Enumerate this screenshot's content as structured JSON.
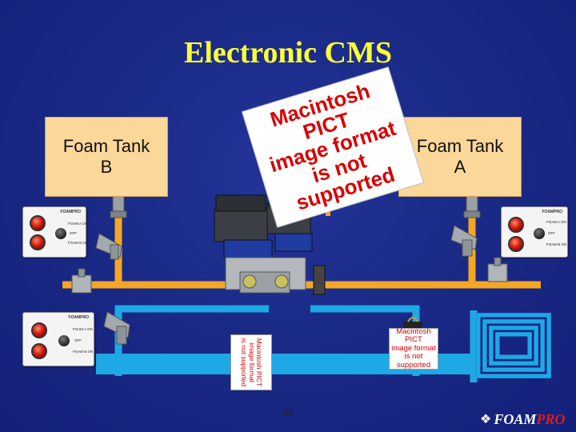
{
  "slide": {
    "title": "Electronic CMS",
    "page_number": "23"
  },
  "tanks": {
    "tank_b": {
      "line1": "Foam Tank",
      "line2": "B"
    },
    "tank_a": {
      "line1": "Foam Tank",
      "line2": "A"
    }
  },
  "pict_placeholders": {
    "large": [
      "Macintosh PICT",
      "image format",
      "is not supported"
    ],
    "vertical": [
      "Macintosh PICT",
      "image format",
      "is not supported"
    ],
    "small": [
      "Macintosh PICT",
      "image format",
      "is not supported"
    ]
  },
  "control_panels": {
    "brand": "FOAMPRO",
    "labels": [
      "FOAM A ON",
      "OFF",
      "FOAM B ON"
    ]
  },
  "logo": {
    "word_main": "FOAM",
    "word_accent": "PRO"
  },
  "colors": {
    "background": "#1a2a86",
    "title": "#ffff33",
    "tank_fill": "#fbd79a",
    "pipe_main": "#f5a623",
    "pipe_light_blue": "#1ea8e6",
    "pict_text": "#d80000",
    "pro_accent": "#e21b1b"
  }
}
